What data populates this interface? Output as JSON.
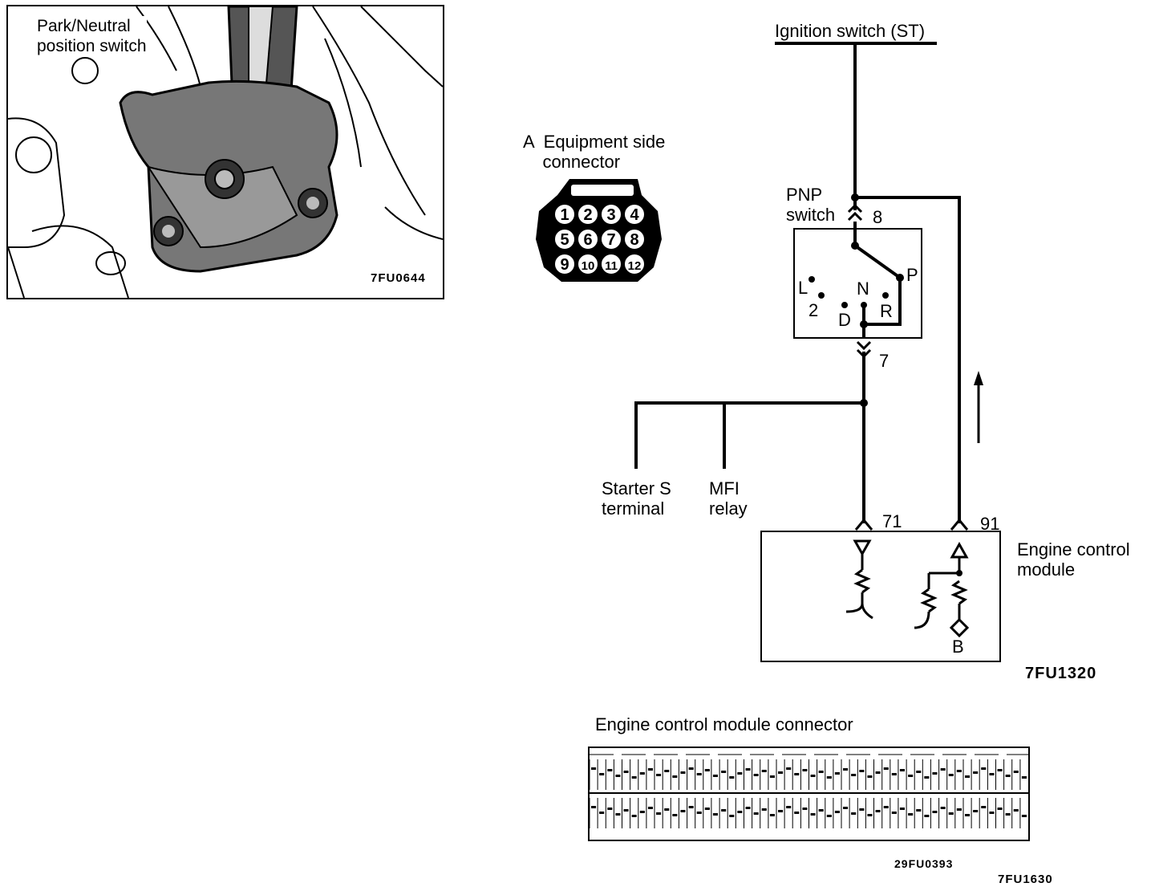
{
  "photo": {
    "caption": "Park/Neutral\nposition switch",
    "figure_code": "7FU0644"
  },
  "connector": {
    "title": "A  Equipment side\n    connector",
    "pins": [
      "1",
      "2",
      "3",
      "4",
      "5",
      "6",
      "7",
      "8",
      "9",
      "10",
      "11",
      "12"
    ]
  },
  "circuit": {
    "ignition_label": "Ignition switch (ST)",
    "pnp_label": "PNP\nswitch",
    "terminal_8": "8",
    "terminal_7": "7",
    "positions": {
      "L": "L",
      "two": "2",
      "D": "D",
      "N": "N",
      "R": "R",
      "P": "P"
    },
    "starter_label": "Starter S\nterminal",
    "mfi_label": "MFI\nrelay",
    "terminal_71": "71",
    "terminal_91": "91",
    "ecm_label": "Engine control\nmodule",
    "b_label": "B",
    "figure_code": "7FU1320"
  },
  "ecm_connector": {
    "title": "Engine control module connector",
    "figure_code_1": "29FU0393",
    "figure_code_2": "7FU1630"
  }
}
